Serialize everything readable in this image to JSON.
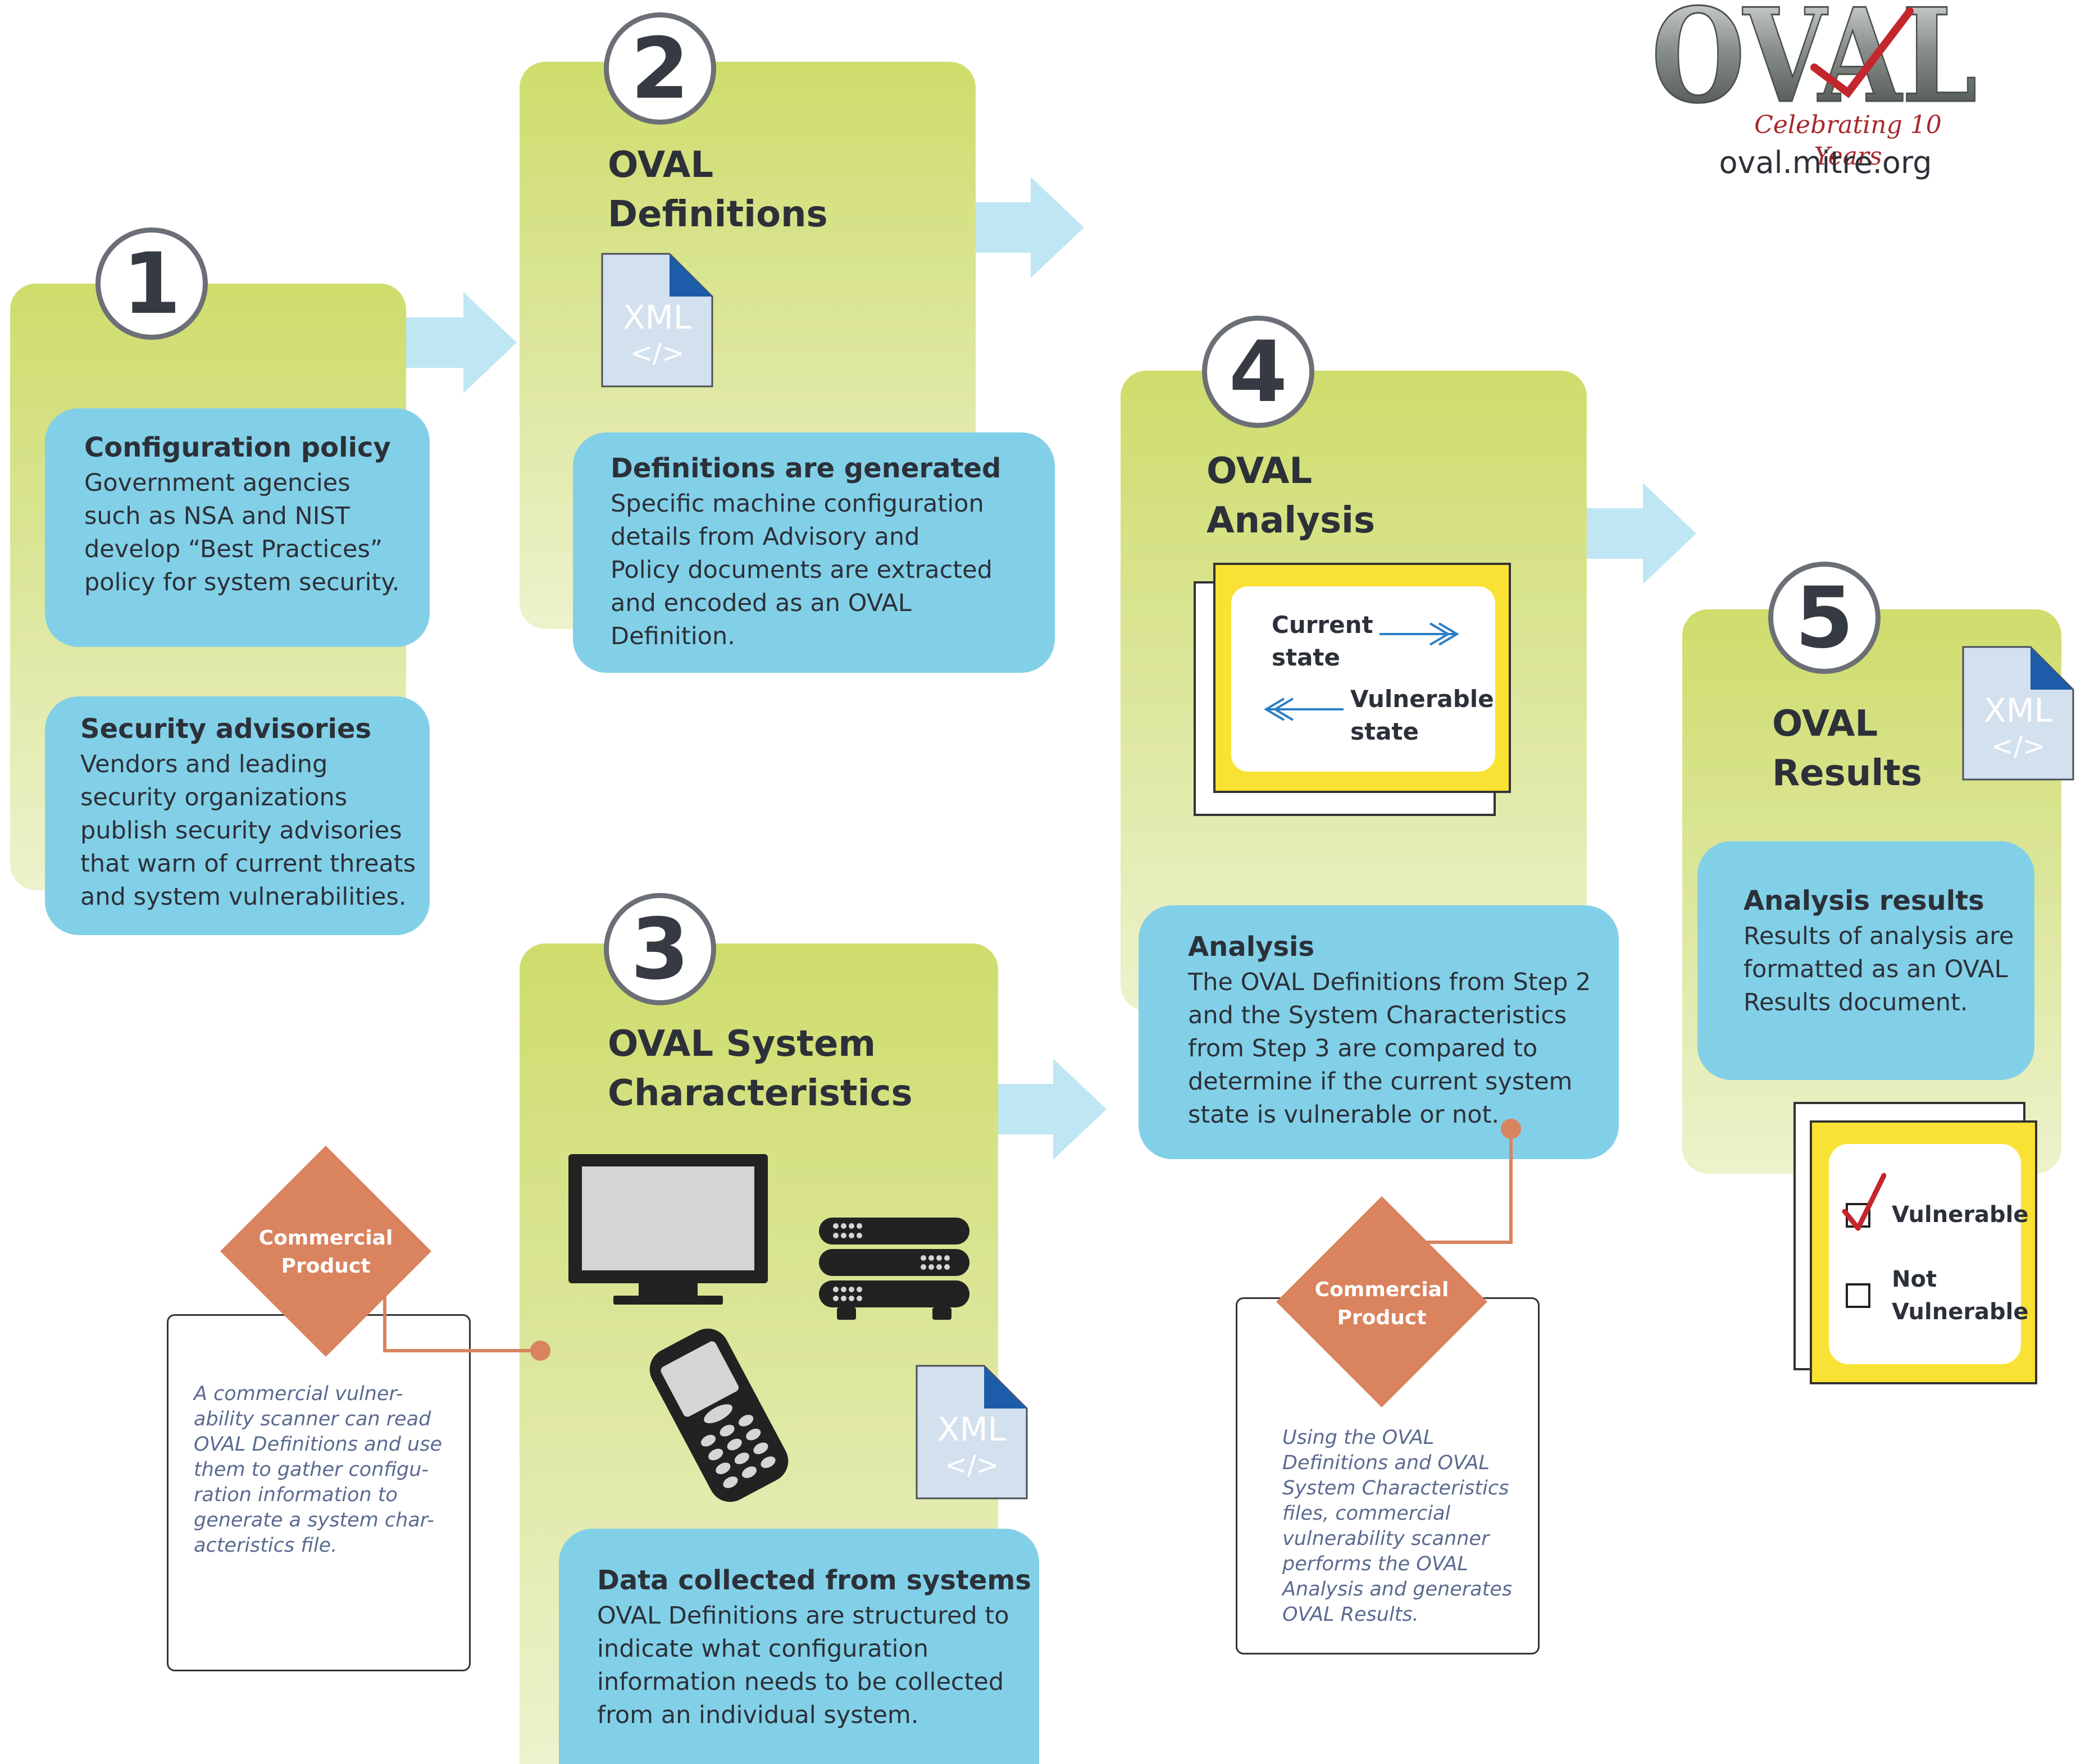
{
  "logo": {
    "wordmark": "OVAL",
    "tagline": "Celebrating 10 Years",
    "url": "oval.mitre.org"
  },
  "steps": [
    {
      "number": "1",
      "boxes": [
        {
          "heading": "Configuration policy",
          "text": [
            "Government agencies",
            "such as NSA and NIST",
            "develop “Best Practices”",
            "policy for system security."
          ]
        },
        {
          "heading": "Security advisories",
          "text": [
            "Vendors and leading",
            "security organizations",
            "publish security advisories",
            "that warn of current threats",
            "and system vulnerabilities."
          ]
        }
      ]
    },
    {
      "number": "2",
      "title": [
        "OVAL",
        "Definitions"
      ],
      "box": {
        "heading": "Definitions are generated",
        "text": [
          "Specific machine configuration",
          "details from Advisory and",
          "Policy documents are extracted",
          "and encoded as an OVAL",
          "Definition."
        ]
      }
    },
    {
      "number": "3",
      "title": [
        "OVAL System",
        "Characteristics"
      ],
      "box": {
        "heading": "Data collected from systems",
        "text": [
          "OVAL Definitions are structured to",
          "indicate what configuration",
          "information needs to be collected",
          "from an individual system."
        ]
      }
    },
    {
      "number": "4",
      "title": [
        "OVAL",
        "Analysis"
      ],
      "analysis": {
        "current": [
          "Current",
          "state"
        ],
        "vulnerable": [
          "Vulnerable",
          "state"
        ]
      },
      "box": {
        "heading": "Analysis",
        "text": [
          "The OVAL Definitions from Step 2",
          "and the System Characteristics",
          "from Step 3 are compared to",
          "determine if the current system",
          "state is vulnerable or not."
        ]
      }
    },
    {
      "number": "5",
      "title": [
        "OVAL",
        "Results"
      ],
      "box": {
        "heading": "Analysis results",
        "text": [
          "Results of analysis are",
          "formatted as an OVAL",
          "Results document."
        ]
      },
      "results": {
        "vulnerable": "Vulnerable",
        "not_vulnerable": [
          "Not",
          "Vulnerable"
        ],
        "checked": "vulnerable"
      }
    }
  ],
  "xml_icon": {
    "label": "XML",
    "tag": "</>"
  },
  "commercial_products": [
    {
      "label": [
        "Commercial",
        "Product"
      ],
      "note": [
        "A commercial vulner-",
        "ability scanner can read",
        "OVAL Definitions and use",
        "them to gather configu-",
        "ration information to",
        "generate a system char-",
        "acteristics file."
      ]
    },
    {
      "label": [
        "Commercial",
        "Product"
      ],
      "note": [
        "Using the OVAL",
        "Definitions and OVAL",
        "System Characteristics",
        "files, commercial",
        "vulnerability scanner",
        "performs the OVAL",
        "Analysis and generates",
        "OVAL Results."
      ]
    }
  ],
  "colors": {
    "panel": "#cfdd6c",
    "box": "#82d0e8",
    "arrow": "#bfe6f3",
    "diamond": "#d9835f",
    "yellow": "#f9e233",
    "check": "#c4262e"
  }
}
